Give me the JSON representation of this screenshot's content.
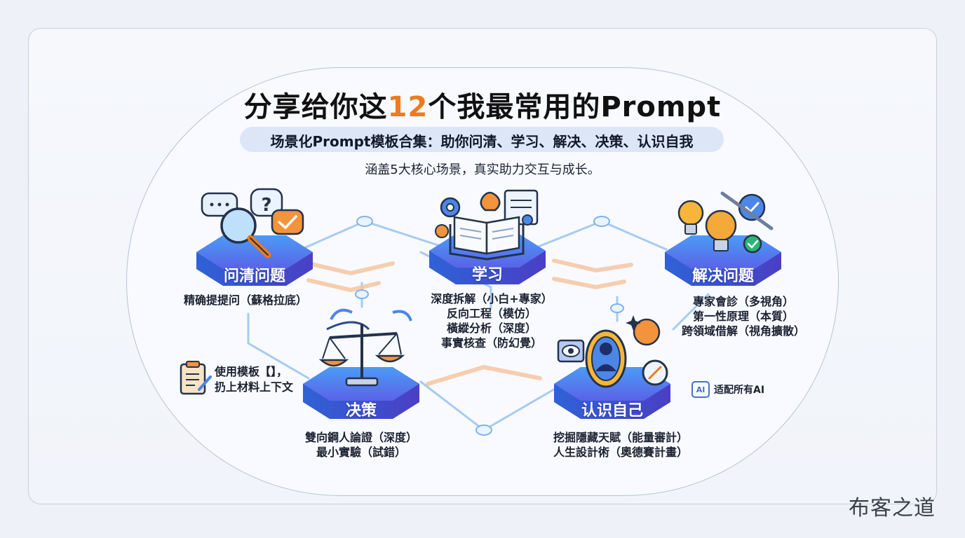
{
  "header": {
    "title_pre": "分享给你这",
    "title_num": "12",
    "title_post": "个我最常用的Prompt",
    "subtitle": "场景化Prompt模板合集：助你问清、学习、解决、决策、认识自我",
    "tagline": "涵盖5大核心场景，真实助力交互与成长。"
  },
  "scenes": {
    "clarify": {
      "label": "问清问题",
      "items": [
        "精确提提问（蘇格拉底）"
      ]
    },
    "learn": {
      "label": "学习",
      "items": [
        "深度拆解（小白+專家）",
        "反向工程（模仿）",
        "橫縱分析（深度）",
        "事實核查（防幻覺）"
      ]
    },
    "solve": {
      "label": "解决问题",
      "items": [
        "專家會診（多視角）",
        "第一性原理（本質）",
        "跨領域借解（視角擴散）"
      ]
    },
    "decide": {
      "label": "决策",
      "items": [
        "雙向鋼人論證（深度）",
        "最小實驗（試錯）"
      ]
    },
    "self": {
      "label": "认识自己",
      "items": [
        "挖掘隱藏天賦（能量審計）",
        "人生設計術（奧德賽計畫）"
      ]
    }
  },
  "note": {
    "line1": "使用模板【】，",
    "line2": "扔上材料上下文"
  },
  "ai_badge": {
    "icon_text": "AI",
    "label": "适配所有AI"
  },
  "watermark": "布客之道",
  "colors": {
    "accent": "#f07a1e",
    "hex_blue": "#3f7fe8",
    "hex_purple": "#6d5be6",
    "line_blue": "#9cc4f2",
    "line_orange": "#f5b98a"
  }
}
